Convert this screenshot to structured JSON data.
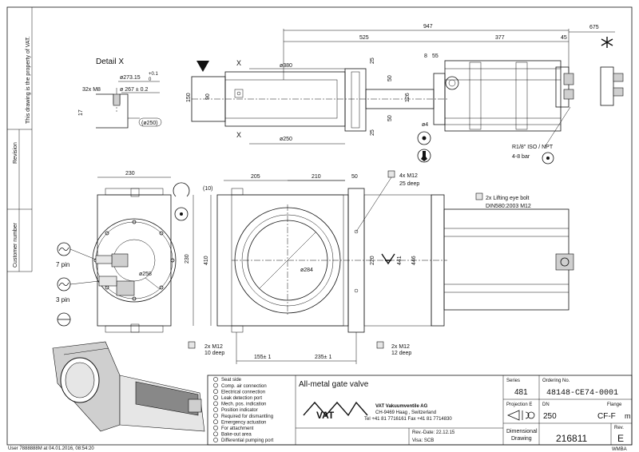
{
  "side_strip": {
    "property_notice": "This drawing is the property of VAT.",
    "revision_label": "Revision",
    "customer_label": "Customer number"
  },
  "detail_x": {
    "title": "Detail X",
    "dia_273": "ø273.15",
    "tol_273_plus": "+0.1",
    "tol_273_minus": "0",
    "dia_267": "ø 267 ± 0.2",
    "thread": "32x M8",
    "depth": "17",
    "dia_250": "(ø250)"
  },
  "top_view": {
    "dim_947": "947",
    "dim_675": "675",
    "dim_525": "525",
    "dim_377": "377",
    "dim_45": "45",
    "dim_8": "8",
    "dim_55": "55",
    "dia_380": "ø380",
    "dia_250": "ø250",
    "dim_150": "150",
    "dim_90": "90",
    "dim_25a": "25",
    "dim_50a": "50",
    "dim_126": "126",
    "dim_50b": "50",
    "dim_25b": "25",
    "section_x": "X",
    "dia_4": "ø4",
    "air": "R1/8\" ISO / NPT",
    "pressure": "4-8 bar"
  },
  "left_view": {
    "dim_230": "230",
    "dim_410": "410",
    "dim_230v": "230",
    "dia_258": "ø258",
    "pin7": "7 pin",
    "pin3": "3 pin"
  },
  "front_view": {
    "dim_10": "(10)",
    "dim_205": "205",
    "dim_210": "210",
    "dim_50": "50",
    "dia_284": "ø284",
    "dim_220": "220",
    "dim_441": "441",
    "dim_446": "446",
    "dim_155": "155± 1",
    "dim_235": "235± 1",
    "note_4xm12": "4x M12",
    "note_25deep": "25 deep",
    "note_lifting": "2x Lifting eye bolt",
    "note_din": "DIN580:2003 M12",
    "note_2xm12a": "2x M12",
    "note_10deep": "10 deep",
    "note_2xm12b": "2x M12",
    "note_12deep": "12 deep"
  },
  "legend": [
    "Seat side",
    "Comp. air connection",
    "Electrical connection",
    "Leak detection port",
    "Mech. pos. indication",
    "Position indicator",
    "Required for dismantling",
    "Emergency actuation",
    "For attachment",
    "Bake-out area",
    "Differential pumping port"
  ],
  "title_block": {
    "title": "All-metal gate valve",
    "company": "VAT Vakuumventile AG",
    "address": "CH-9469 Haag , Switzerland",
    "phone": "Tel +41 81 7716161 Fax +41 81 7714830",
    "logo": "VAT",
    "rev_date": "Rev.-Date: 22.12.15",
    "visa": "Visa: SCB",
    "series_label": "Series",
    "series": "481",
    "ordering_label": "Ordering No.",
    "ordering": "48148-CE74-0001",
    "projection_label": "Projection E",
    "dn_label": "DN",
    "flange_label": "Flange",
    "dn": "250",
    "flange": "CF-F",
    "unit": "m",
    "dim_drawing_1": "Dimensional",
    "dim_drawing_2": "Drawing",
    "drawing_no": "216811",
    "rev_label": "Rev.",
    "rev": "E",
    "corner_code": "WMBA",
    "footer_stamp": "User 7888888M at 04.01.2016, 08:54:20"
  }
}
